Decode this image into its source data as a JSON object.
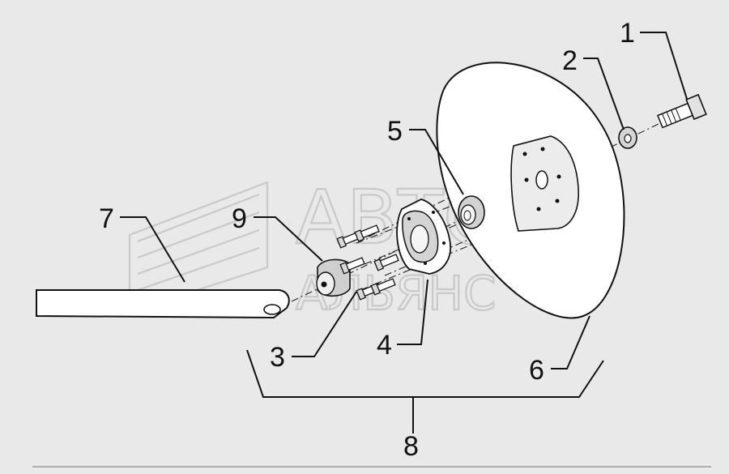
{
  "watermark": {
    "line1": "АВТО",
    "line2": "АЛЬЯНС"
  },
  "callouts": {
    "c1": "1",
    "c2": "2",
    "c3": "3",
    "c4": "4",
    "c5": "5",
    "c6": "6",
    "c7": "7",
    "c8": "8",
    "c9": "9"
  },
  "colors": {
    "background": "#e9e9e9",
    "line": "#111111",
    "watermark": "#c9c9c9"
  }
}
